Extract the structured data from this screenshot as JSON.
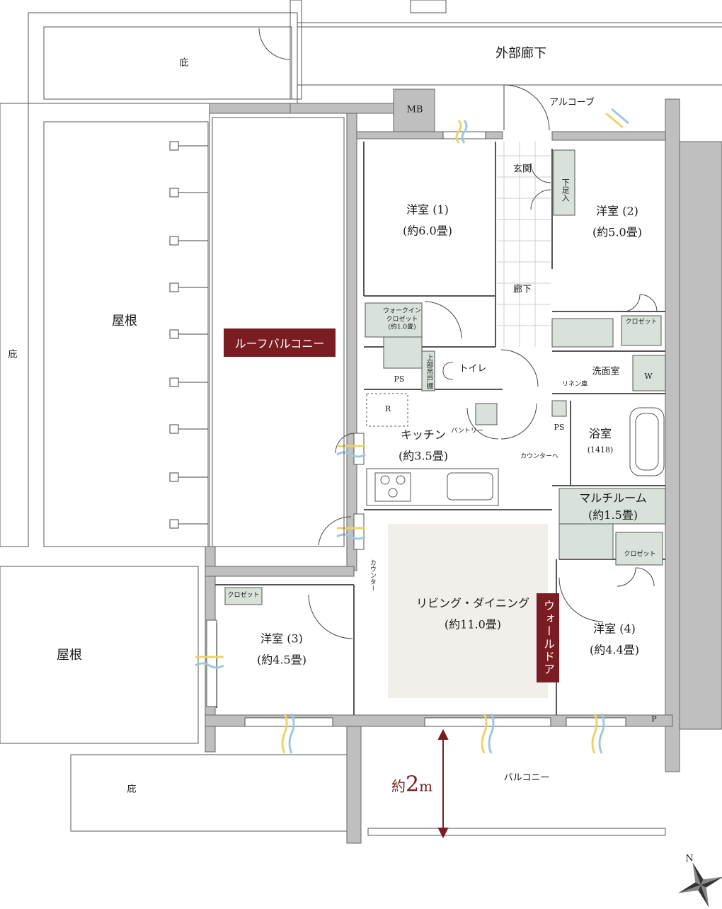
{
  "rooms": {
    "corridor_ext": "外部廊下",
    "alcove": "アルコーブ",
    "mb": "MB",
    "genkan": "玄関",
    "shoes": "下足入",
    "west1": {
      "name": "洋室 (1)",
      "size": "(約6.0畳)"
    },
    "west2": {
      "name": "洋室 (2)",
      "size": "(約5.0畳)"
    },
    "west3": {
      "name": "洋室 (3)",
      "size": "(約4.5畳)"
    },
    "west4": {
      "name": "洋室 (4)",
      "size": "(約4.4畳)"
    },
    "hallway": "廊下",
    "wic": {
      "l1": "ウォークイン",
      "l2": "クロゼット",
      "l3": "(約1.0畳)"
    },
    "closet": "クロゼット",
    "toilet": "トイレ",
    "upper_cab": "上部吊戸棚",
    "ps": "PS",
    "washroom": "洗面室",
    "linen": "リネン庫",
    "washer": "W",
    "bath": {
      "name": "浴室",
      "size": "(1418)"
    },
    "kitchen": {
      "name": "キッチン",
      "size": "(約3.5畳)"
    },
    "fridge": "R",
    "pantry": "パントリー",
    "counter_arrow": "カウンターへ",
    "counter": "カウンター",
    "multi": {
      "name": "マルチルーム",
      "size": "(約1.5畳)"
    },
    "living": {
      "name": "リビング・ダイニング",
      "size": "(約11.0畳)"
    },
    "walldoor": "ウォールドア",
    "roof_balcony": "ルーフバルコニー",
    "roof": "屋根",
    "eave": "庇",
    "balcony": "バルコニー",
    "p": "P"
  },
  "dimension": {
    "prefix": "約",
    "value": "2",
    "unit": "m"
  },
  "compass": "N",
  "colors": {
    "wall": "#bfbfbf",
    "storage": "#d9e2da",
    "accent": "#7a1d22",
    "living_fill": "#f2efeb",
    "window_blue": "#9ec8dd",
    "window_yellow": "#e9d46a"
  }
}
